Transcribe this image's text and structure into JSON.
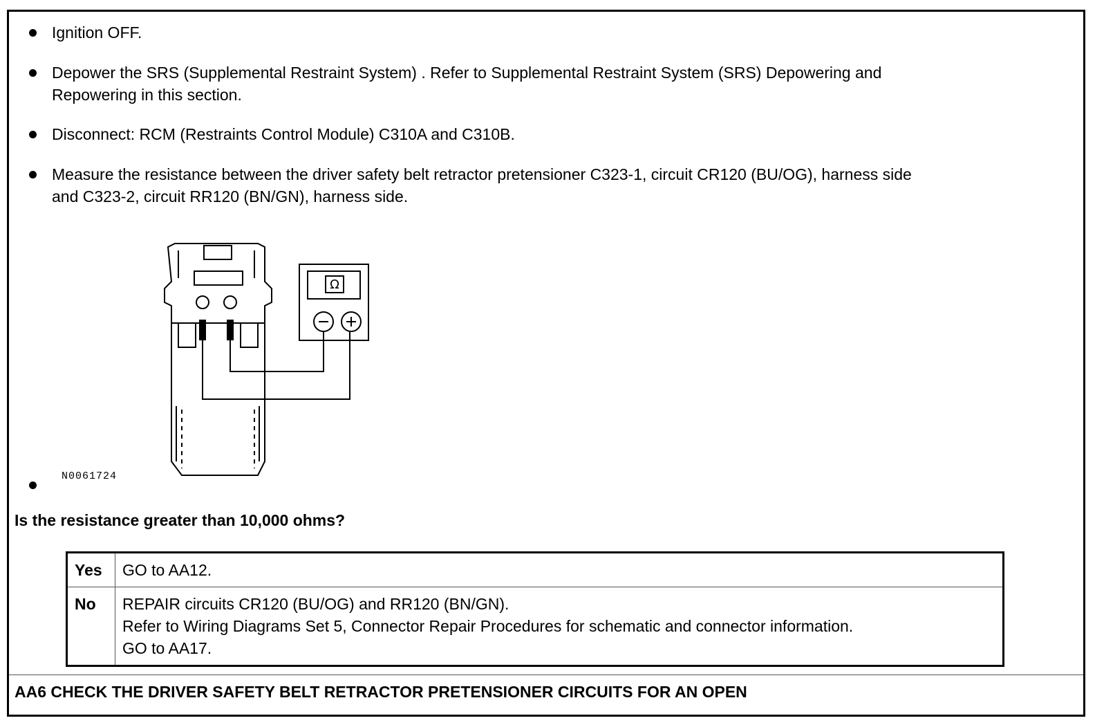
{
  "steps": [
    {
      "text": "Ignition OFF."
    },
    {
      "text": "Depower the SRS (Supplemental Restraint System) . Refer to Supplemental Restraint System (SRS) Depowering and\nRepowering in this section."
    },
    {
      "text": "Disconnect: RCM (Restraints Control Module) C310A and C310B."
    },
    {
      "text": "Measure the resistance between the driver safety belt retractor pretensioner C323-1, circuit CR120 (BU/OG), harness side\nand C323-2, circuit RR120 (BN/GN), harness side."
    }
  ],
  "figure": {
    "label": "N0061724",
    "meter_symbol": "Ω",
    "icon": "ohmmeter-connector-diagram"
  },
  "question": "Is the resistance greater than 10,000 ohms?",
  "results": [
    {
      "key": "Yes",
      "action": "GO to AA12."
    },
    {
      "key": "No",
      "action": "REPAIR circuits CR120 (BU/OG) and RR120 (BN/GN).\nRefer to Wiring Diagrams Set 5, Connector Repair Procedures for schematic and connector information.\nGO to AA17."
    }
  ],
  "next_step_heading": "AA6 CHECK THE DRIVER SAFETY BELT RETRACTOR PRETENSIONER CIRCUITS FOR AN OPEN"
}
